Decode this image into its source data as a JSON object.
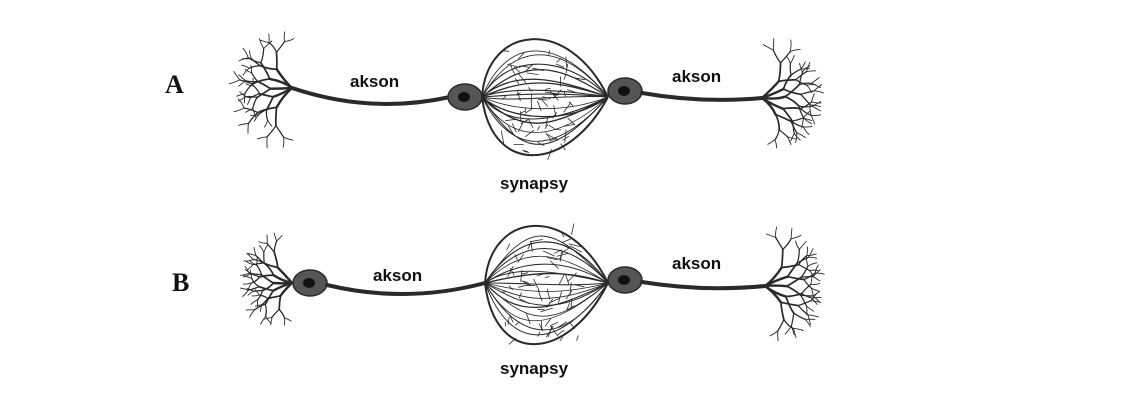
{
  "panels": [
    {
      "letter": "A",
      "axon_left": "akson",
      "axon_right": "akson",
      "synapses": "synapsy"
    },
    {
      "letter": "B",
      "axon_left": "akson",
      "axon_right": "akson",
      "synapses": "synapsy"
    }
  ],
  "colors": {
    "ink": "#2a2a2a",
    "soma": "#555555",
    "nucleus": "#111111",
    "background": "#ffffff"
  }
}
